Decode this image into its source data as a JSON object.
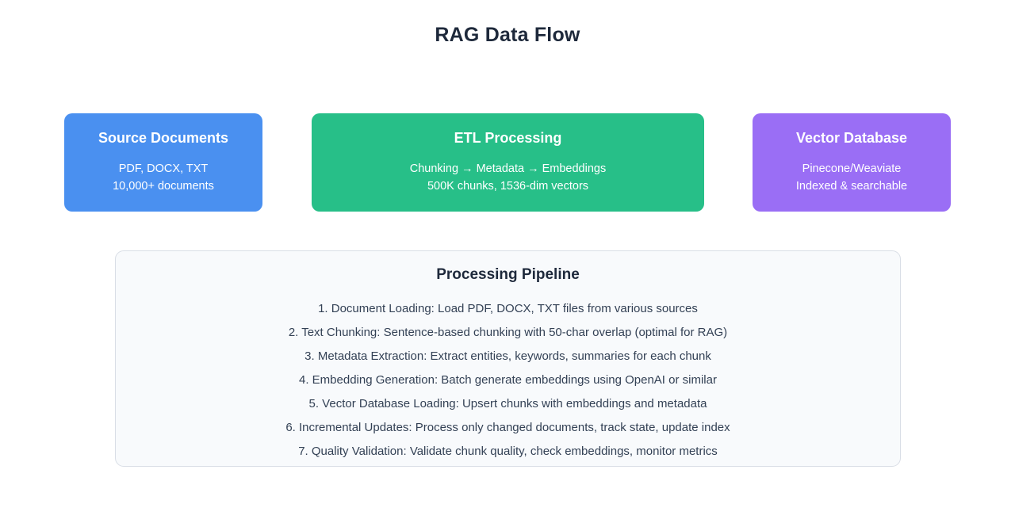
{
  "page": {
    "title": "RAG Data Flow"
  },
  "flow": {
    "boxes": [
      {
        "name": "source-documents",
        "title": "Source Documents",
        "line1": "PDF, DOCX, TXT",
        "line2": "10,000+ documents",
        "color": "#4a90f0"
      },
      {
        "name": "etl-processing",
        "title": "ETL Processing",
        "line1": "Chunking → Metadata → Embeddings",
        "line2": "500K chunks, 1536-dim vectors",
        "color": "#27bf88"
      },
      {
        "name": "vector-database",
        "title": "Vector Database",
        "line1": "Pinecone/Weaviate",
        "line2": "Indexed & searchable",
        "color": "#9a6ef5"
      }
    ],
    "arrow_color": "#6b7280"
  },
  "pipeline": {
    "title": "Processing Pipeline",
    "steps": [
      "1. Document Loading: Load PDF, DOCX, TXT files from various sources",
      "2. Text Chunking: Sentence-based chunking with 50-char overlap (optimal for RAG)",
      "3. Metadata Extraction: Extract entities, keywords, summaries for each chunk",
      "4. Embedding Generation: Batch generate embeddings using OpenAI or similar",
      "5. Vector Database Loading: Upsert chunks with embeddings and metadata",
      "6. Incremental Updates: Process only changed documents, track state, update index",
      "7. Quality Validation: Validate chunk quality, check embeddings, monitor metrics"
    ],
    "background": "#f8fafc",
    "border": "#d9dee6"
  },
  "theme": {
    "title_color": "#1e293b",
    "body_text_color": "#334155",
    "page_background": "#ffffff"
  }
}
